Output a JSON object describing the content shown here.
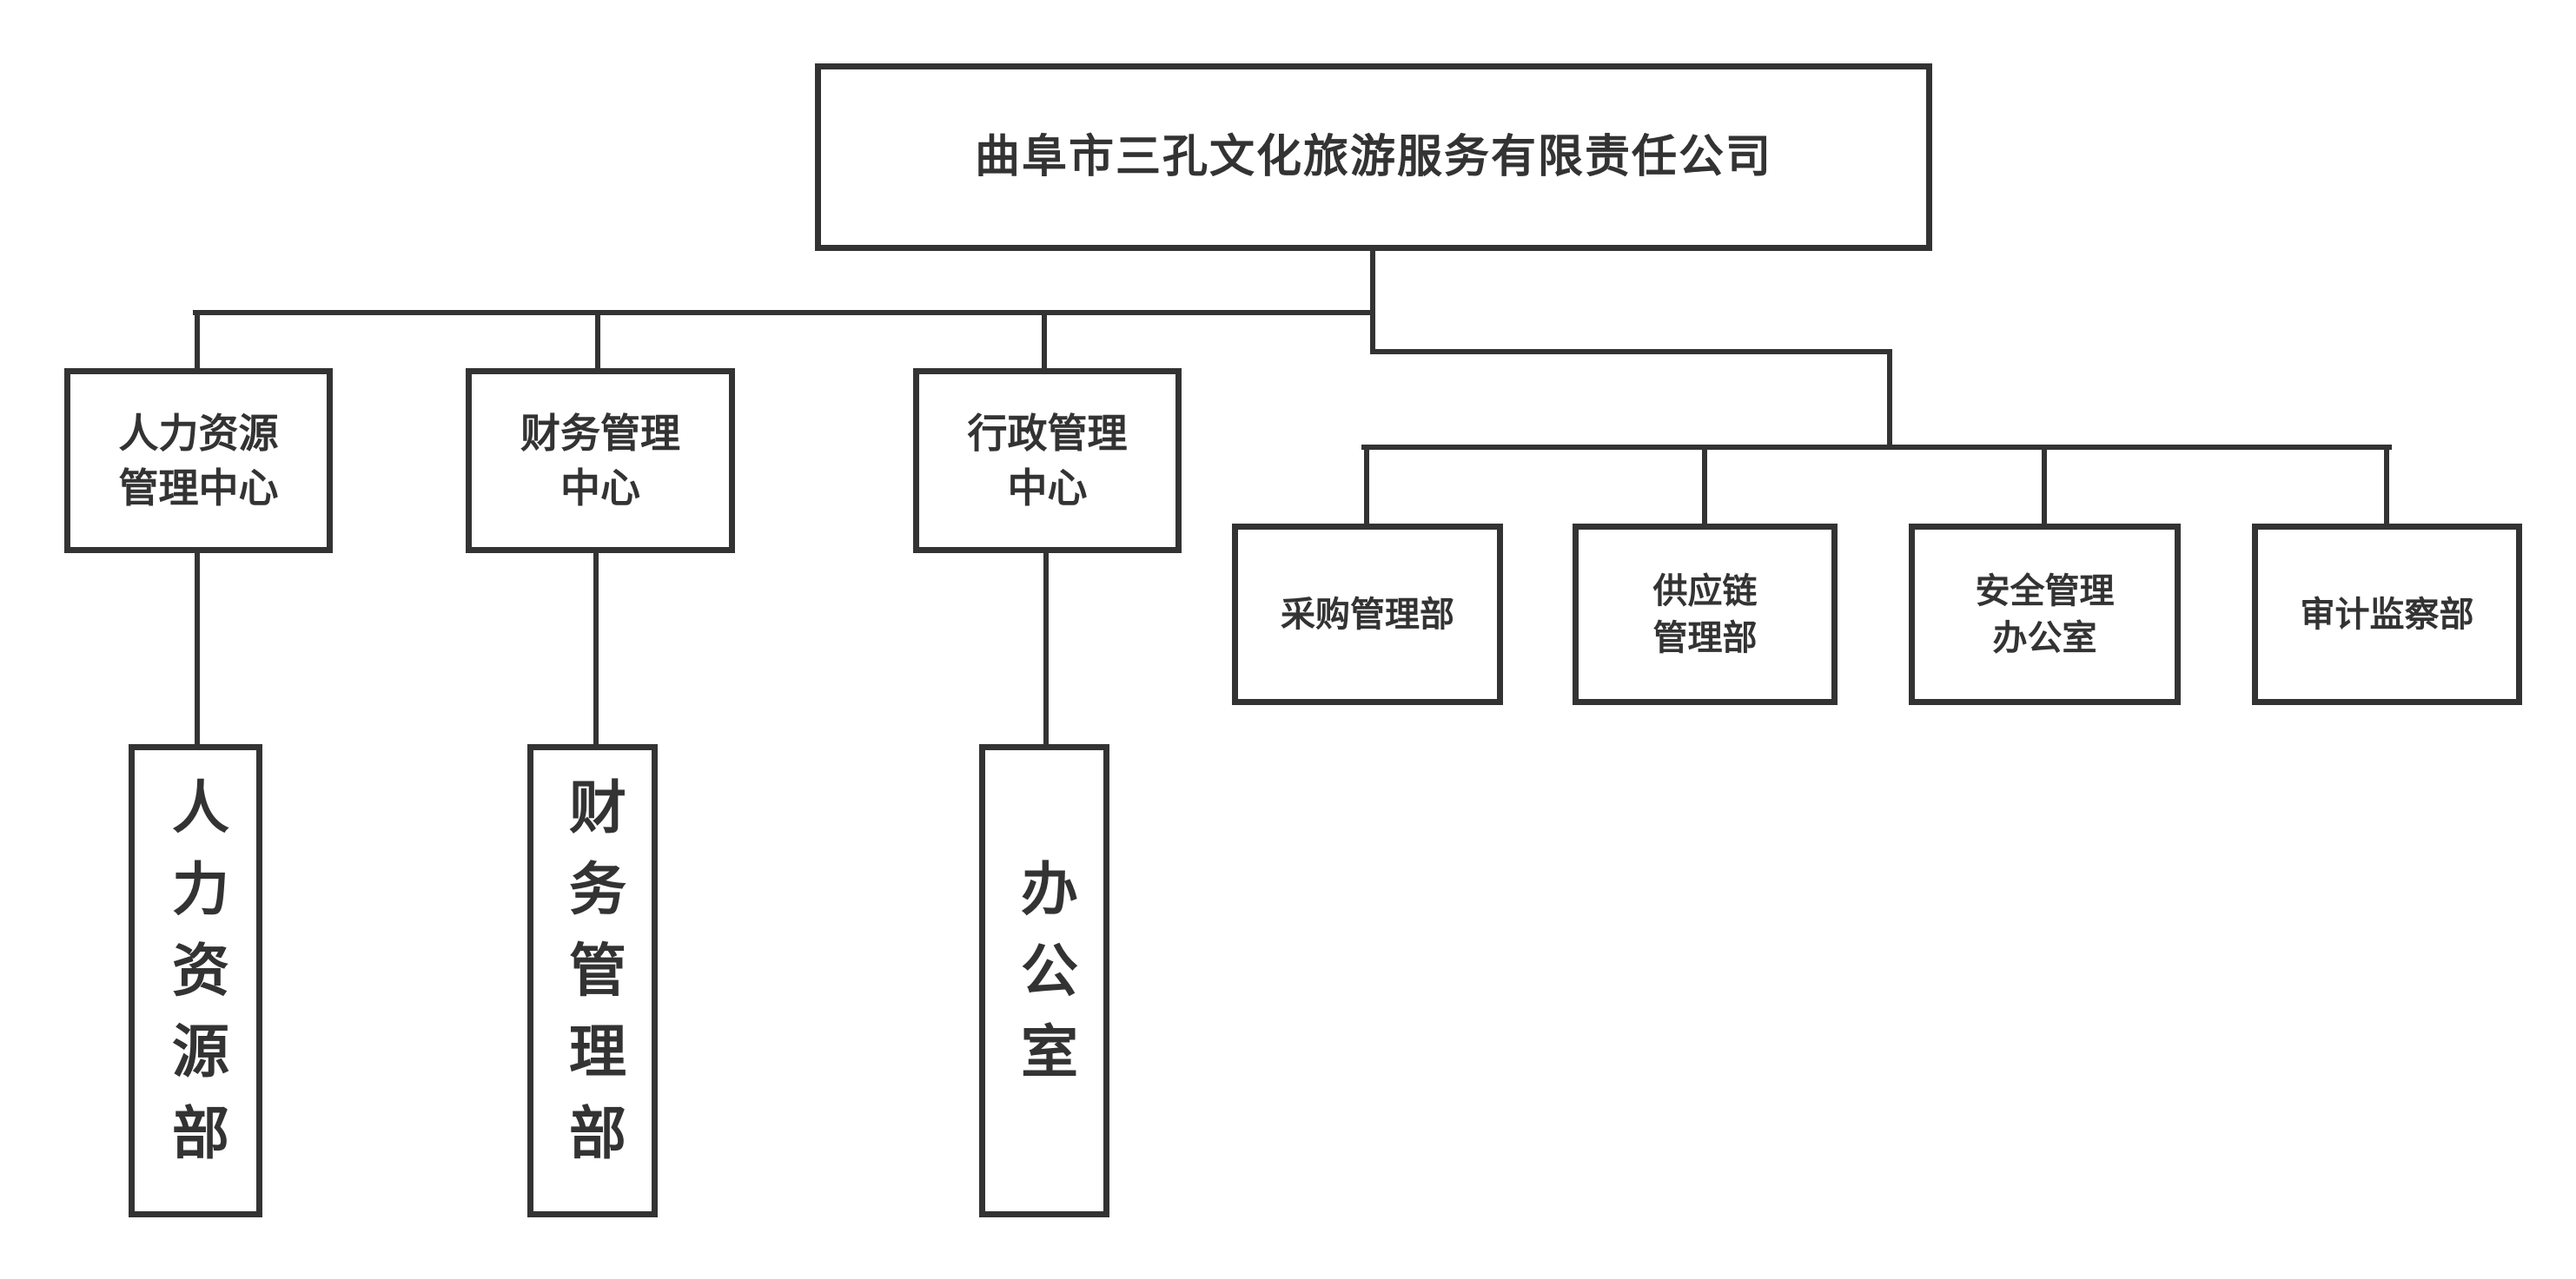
{
  "org_chart": {
    "title": "曲阜市三孔文化旅游服务有限责任公司",
    "colors": {
      "line": "#333333",
      "text": "#333333",
      "background": "#ffffff"
    },
    "nodes": {
      "company": "曲阜市三孔文化旅游服务有限责任公司",
      "hr_center": "人力资源\n管理中心",
      "finance_center": "财务管理\n中心",
      "admin_center": "行政管理\n中心",
      "procurement_dept": "采购管理部",
      "supply_chain_dept": "供应链\n管理部",
      "safety_office": "安全管理\n办公室",
      "audit_dept": "审计监察部",
      "hr_dept": "人力资源部",
      "finance_dept": "财务管理部",
      "office": "办公室"
    }
  }
}
